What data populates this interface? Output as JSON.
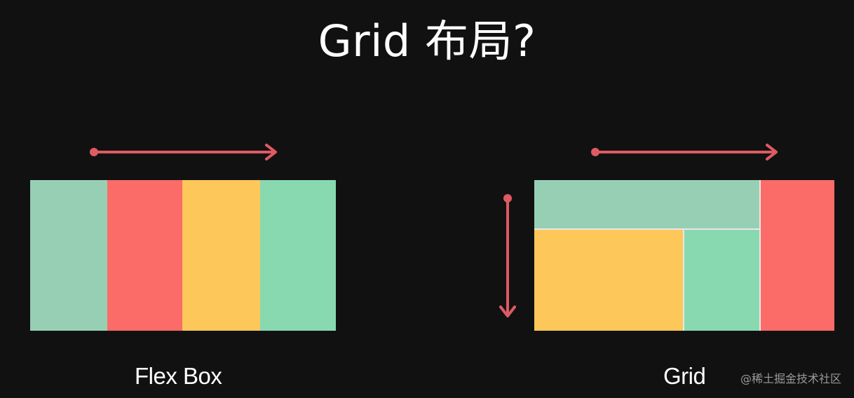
{
  "title": "Grid 布局?",
  "flex_diagram": {
    "label": "Flex Box",
    "cells": [
      {
        "color": "#97cfb5"
      },
      {
        "color": "#fb6b68"
      },
      {
        "color": "#fdc75a"
      },
      {
        "color": "#88d8b0"
      }
    ],
    "arrow_color": "#de5b63"
  },
  "grid_diagram": {
    "label": "Grid",
    "cells": [
      {
        "name": "top-wide",
        "color": "#97cfb5"
      },
      {
        "name": "right-tall",
        "color": "#fb6b68"
      },
      {
        "name": "bottom-left",
        "color": "#fdc75a"
      },
      {
        "name": "bottom-middle",
        "color": "#88d8b0"
      }
    ],
    "arrow_color": "#de5b63"
  },
  "watermark": "@稀土掘金技术社区"
}
